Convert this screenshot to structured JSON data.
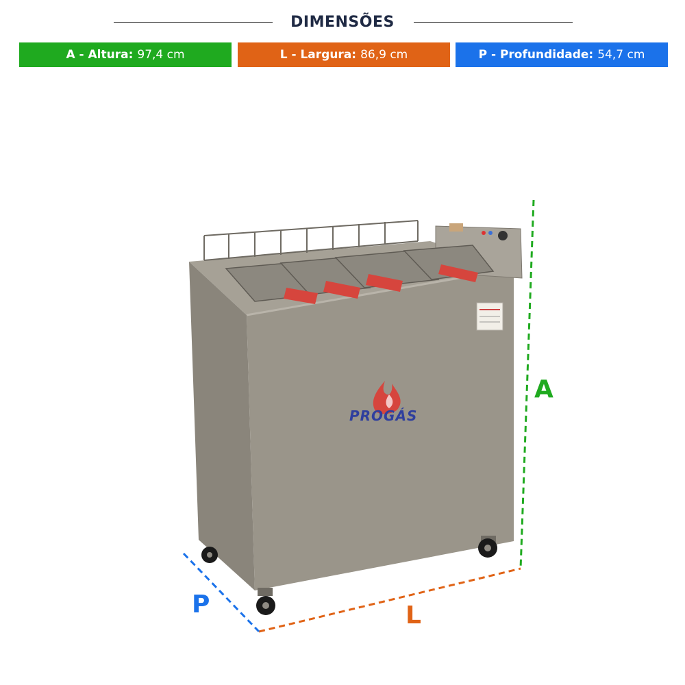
{
  "header": {
    "title": "DIMENSÕES"
  },
  "dimensions": {
    "altura": {
      "label": "A - Altura:",
      "value": "97,4 cm",
      "color": "#1faa1f"
    },
    "largura": {
      "label": "L - Largura:",
      "value": "86,9 cm",
      "color": "#e06316"
    },
    "profundidade": {
      "label": "P - Profundidade:",
      "value": "54,7 cm",
      "color": "#1b72ea"
    }
  },
  "diagram": {
    "letter_a": "A",
    "letter_l": "L",
    "letter_p": "P"
  },
  "product": {
    "brand": "PROGÁS",
    "brand_color": "#2f3f9e",
    "handle_color": "#d6453d"
  }
}
